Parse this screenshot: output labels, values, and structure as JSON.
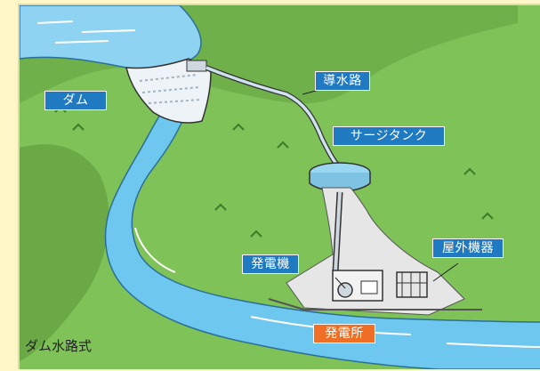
{
  "title": "ダム水路式",
  "colors": {
    "label_blue": "#1f7ac2",
    "label_orange": "#ee6f25",
    "water": "#6ec7ef",
    "grass": "#7fc258",
    "background": "#fff6c8"
  },
  "labels": {
    "dam": "ダム",
    "conduit": "導水路",
    "surge_tank": "サージタンク",
    "generator": "発電機",
    "outdoor_equipment": "屋外機器",
    "power_station": "発電所"
  }
}
